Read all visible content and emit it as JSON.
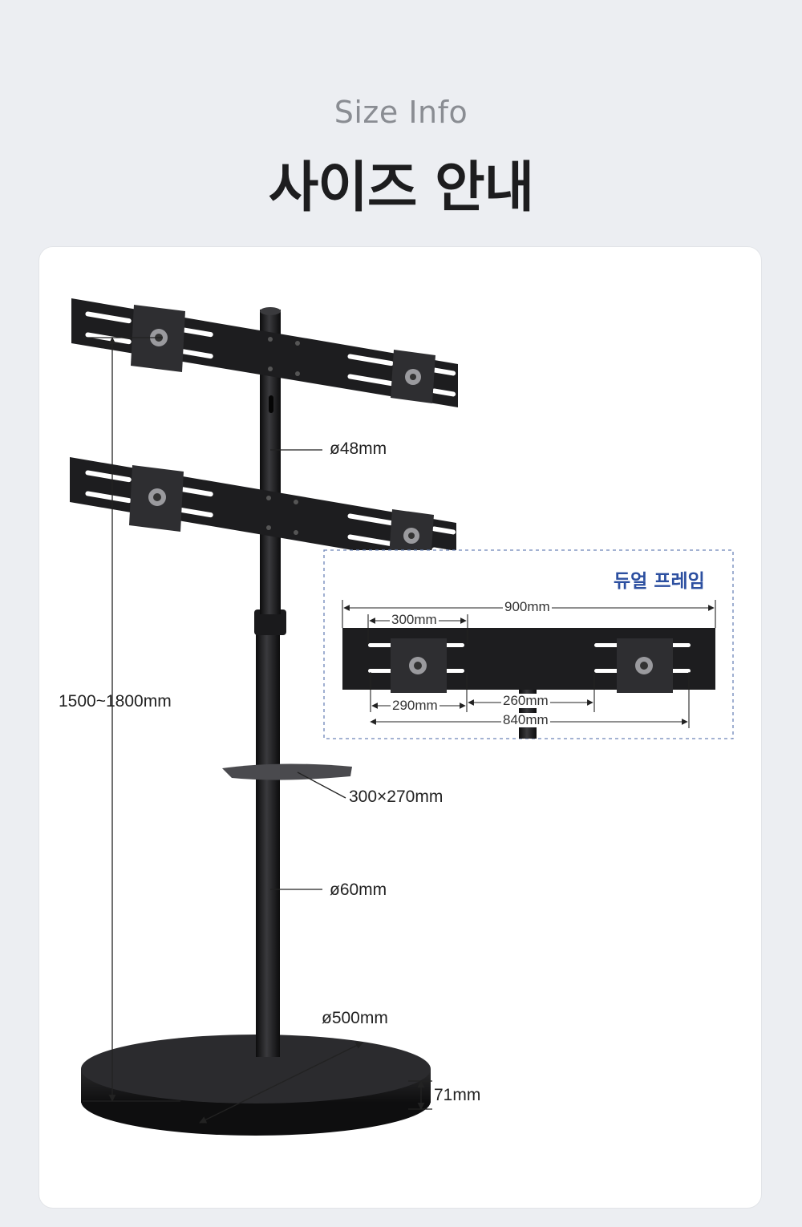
{
  "header": {
    "subtitle": "Size Info",
    "title": "사이즈 안내"
  },
  "dimensions": {
    "pole_top_diameter": "ø48mm",
    "pole_bottom_diameter": "ø60mm",
    "total_height": "1500~1800mm",
    "shelf_size": "300×270mm",
    "base_diameter": "ø500mm",
    "base_height": "71mm"
  },
  "inset": {
    "title": "듀얼 프레임",
    "width_total": "900mm",
    "vesa_spacing": "300mm",
    "slot_span": "290mm",
    "center_gap": "260mm",
    "mount_span": "840mm"
  },
  "colors": {
    "background": "#eceef2",
    "card": "#ffffff",
    "accent": "#2c4fa0",
    "product": "#1c1c1e"
  }
}
